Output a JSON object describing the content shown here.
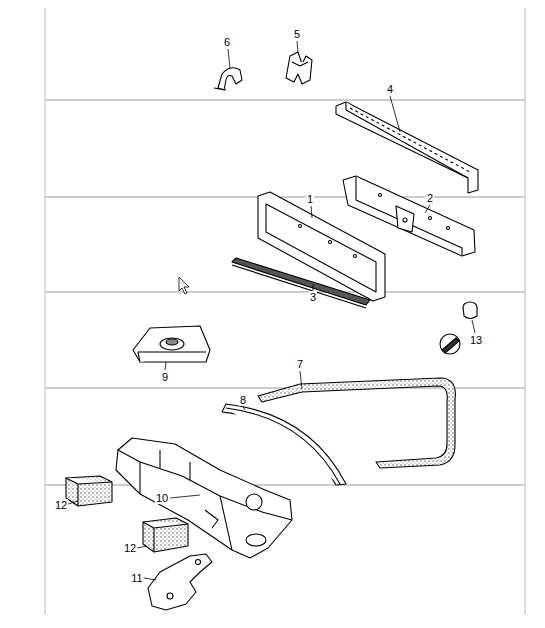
{
  "diagram": {
    "labels": [
      "6",
      "5",
      "4",
      "1",
      "2",
      "3",
      "13",
      "9",
      "7",
      "8",
      "10",
      "12",
      "12",
      "11"
    ]
  }
}
